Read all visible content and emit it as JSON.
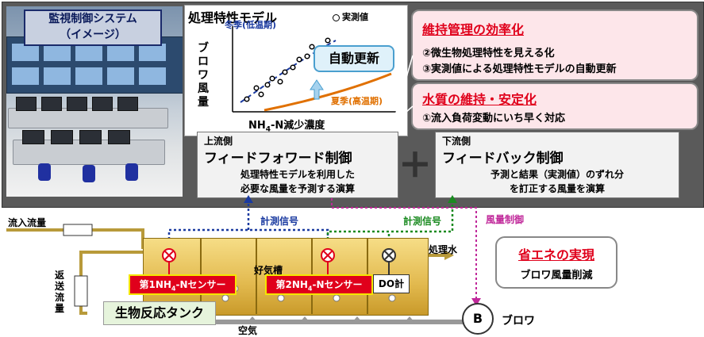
{
  "scene": {
    "label_line1": "監視制御システム",
    "label_line2": "（イメージ）"
  },
  "chart": {
    "title": "処理特性モデル",
    "legend": "実測値",
    "ylabel_chars": [
      "ブ",
      "ロ",
      "ワ",
      "風",
      "量"
    ],
    "xlabel_main": "NH",
    "xlabel_sub": "4",
    "xlabel_rest": "-N減少濃度",
    "series_winter": "冬季(低温期)",
    "series_summer": "夏季(高温期)",
    "auto_update": "自動更新"
  },
  "chart_data": {
    "type": "scatter",
    "title": "処理特性モデル",
    "xlabel": "NH4-N減少濃度",
    "ylabel": "ブロワ風量",
    "series": [
      {
        "name": "冬季(低温期)",
        "kind": "dashed-line-with-points",
        "color": "#1a3aa0"
      },
      {
        "name": "夏季(高温期)",
        "kind": "curve",
        "color": "#e07000"
      }
    ]
  },
  "maintenance": {
    "title": "維持管理の効率化",
    "line1": "②微生物処理特性を見える化",
    "line2": "③実測値による処理特性モデルの自動更新"
  },
  "water_quality": {
    "title": "水質の維持・安定化",
    "line1": "①流入負荷変動にいち早く対応"
  },
  "feedforward": {
    "sub": "上流側",
    "main": "フィードフォワード制御",
    "desc1": "処理特性モデルを利用した",
    "desc2": "必要な風量を予測する演算"
  },
  "feedback": {
    "sub": "下流側",
    "main": "フィードバック制御",
    "desc1": "予測と結果（実測値）のずれ分",
    "desc2": "を訂正する風量を演算"
  },
  "plus": "＋",
  "process": {
    "inflow": "流入流量",
    "return_flow_chars": [
      "返",
      "送",
      "流",
      "量"
    ],
    "signal1": "計測信号",
    "signal2": "計測信号",
    "air_control": "風量制御",
    "aerobic_tank": "好気槽",
    "treated_water": "処理水",
    "sensor1_a": "第1NH",
    "sensor1_sub": "4",
    "sensor1_b": "-Nセンサー",
    "sensor2_a": "第2NH",
    "sensor2_sub": "4",
    "sensor2_b": "-Nセンサー",
    "do_meter": "DO計",
    "tank_name": "生物反応タンク",
    "air": "空気",
    "blower_letter": "B",
    "blower_label": "ブロワ"
  },
  "energy": {
    "title": "省エネの実現",
    "line1": "ブロワ風量削減"
  }
}
